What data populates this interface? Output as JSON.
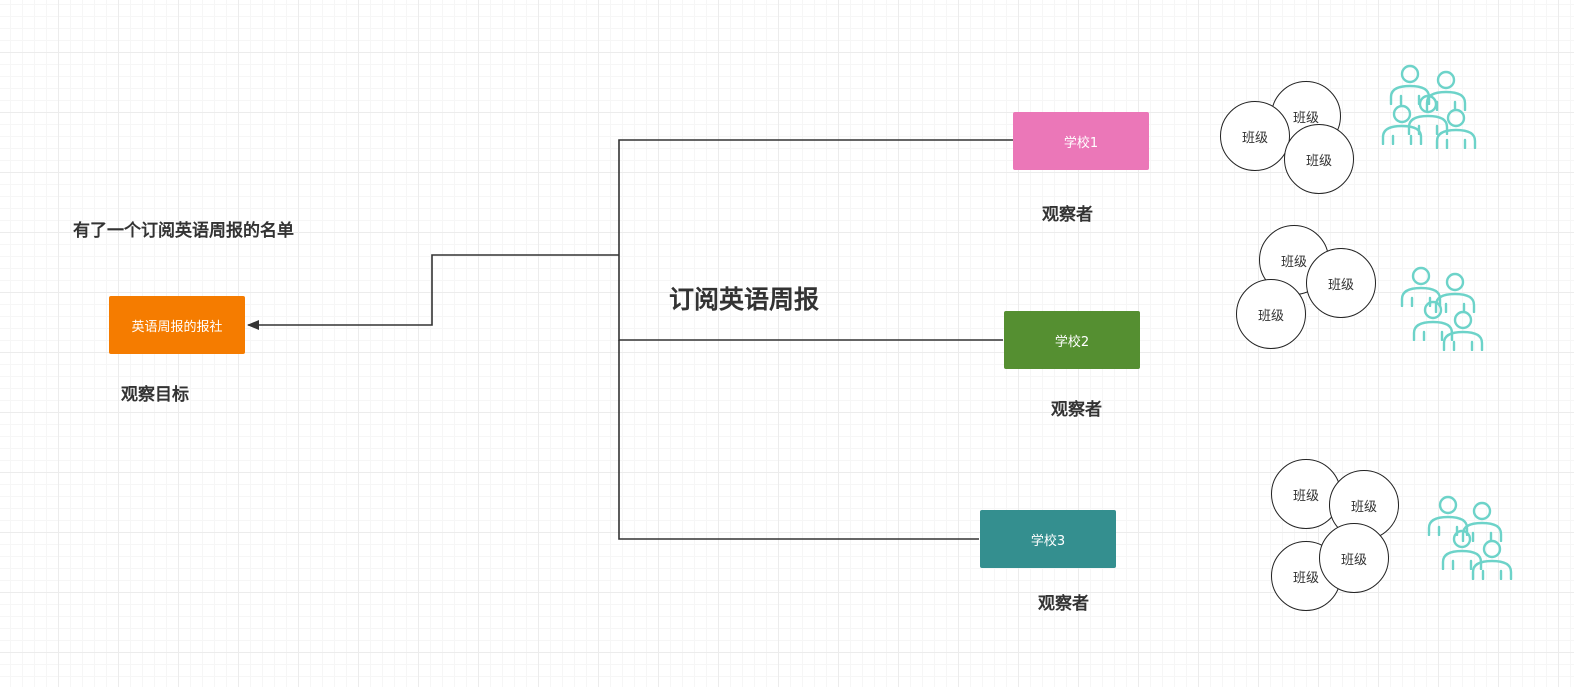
{
  "colors": {
    "publisher": "#f57c00",
    "school_1": "#eb77b8",
    "school_2": "#558f31",
    "school_3": "#348f8f",
    "people_icon": "#6dd3c9",
    "connector": "#333333"
  },
  "subscription_note": "有了一个订阅英语周报的名单",
  "publisher": {
    "label": "英语周报的报社",
    "role": "观察目标"
  },
  "title": "订阅英语周报",
  "schools": [
    {
      "label": "学校1",
      "role": "观察者",
      "classes": [
        "班级",
        "班级",
        "班级"
      ],
      "people_icon": "people-group-icon"
    },
    {
      "label": "学校2",
      "role": "观察者",
      "classes": [
        "班级",
        "班级",
        "班级"
      ],
      "people_icon": "people-group-icon"
    },
    {
      "label": "学校3",
      "role": "观察者",
      "classes": [
        "班级",
        "班级",
        "班级",
        "班级"
      ],
      "people_icon": "people-group-icon"
    }
  ]
}
